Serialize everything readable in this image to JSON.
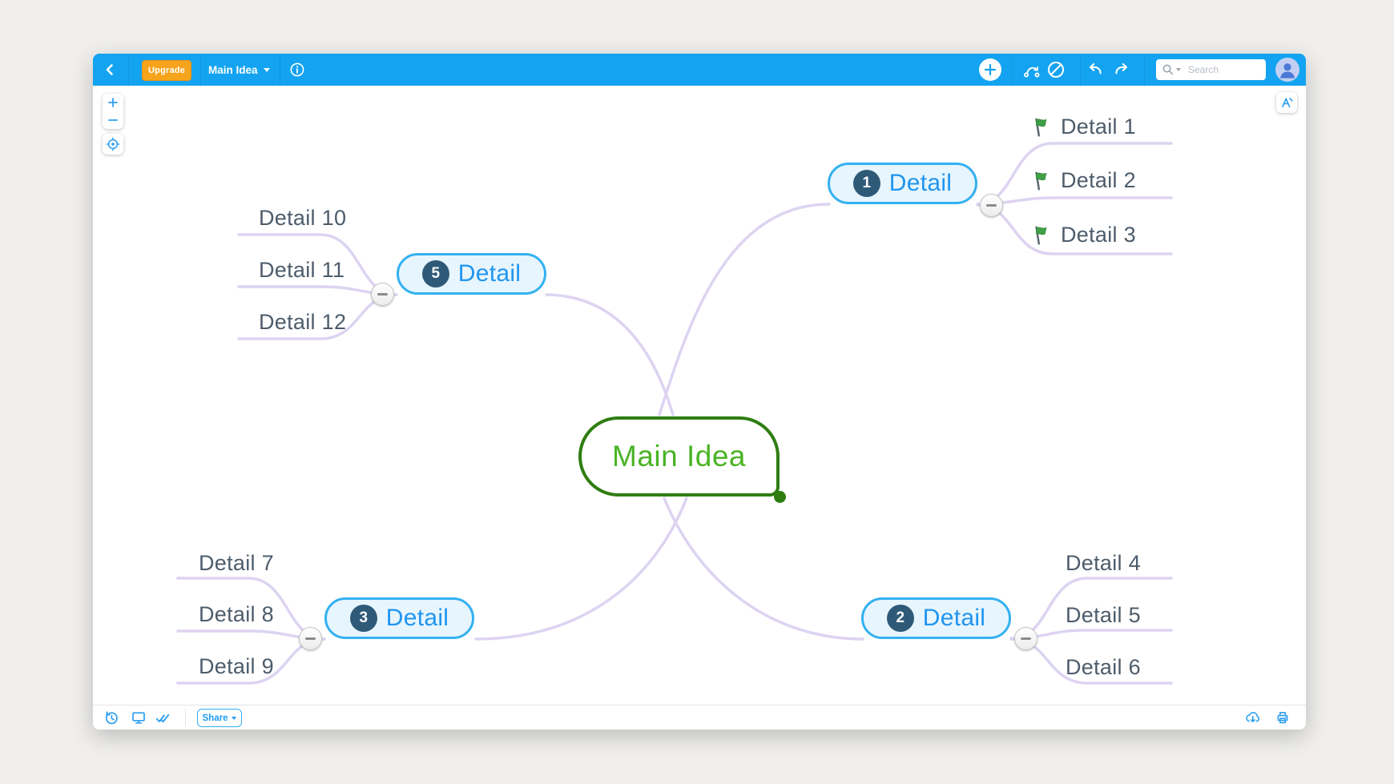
{
  "app": {
    "name": "mind-map-editor",
    "colors": {
      "toolbar_blue": "#14a3f0",
      "upgrade_orange": "#f7a41d",
      "branch_lavender": "#ddd3f1",
      "node_border_blue": "#33b1f1",
      "node_fill_blue": "#e7f5fe",
      "node_text_blue": "#2095ef",
      "badge_navy": "#2e5a78",
      "root_border_green": "#2f7d11",
      "root_text_green": "#4ab324",
      "label_slate": "#4d5c6b"
    }
  },
  "topbar": {
    "back_icon": "chevron-left",
    "upgrade_label": "Upgrade",
    "title": "Main Idea",
    "info_icon": "info",
    "add_icon": "plus",
    "tool_icons": [
      "relationship",
      "cancel",
      "undo",
      "redo"
    ],
    "search_placeholder": "Search",
    "avatar_icon": "user"
  },
  "canvas": {
    "zoom_controls": [
      "zoom-in",
      "zoom-out",
      "center-map"
    ],
    "style_button_icon": "format-style",
    "root": {
      "label": "Main Idea"
    },
    "branches": [
      {
        "badge": "1",
        "label": "Detail",
        "children": [
          {
            "label": "Detail 1",
            "flag": "green-flag"
          },
          {
            "label": "Detail 2",
            "flag": "green-flag"
          },
          {
            "label": "Detail 3",
            "flag": "green-flag"
          }
        ]
      },
      {
        "badge": "2",
        "label": "Detail",
        "children": [
          {
            "label": "Detail 4"
          },
          {
            "label": "Detail 5"
          },
          {
            "label": "Detail 6"
          }
        ]
      },
      {
        "badge": "3",
        "label": "Detail",
        "children": [
          {
            "label": "Detail 7"
          },
          {
            "label": "Detail 8"
          },
          {
            "label": "Detail 9"
          }
        ]
      },
      {
        "badge": "5",
        "label": "Detail",
        "children": [
          {
            "label": "Detail 10"
          },
          {
            "label": "Detail 11"
          },
          {
            "label": "Detail 12"
          }
        ]
      }
    ]
  },
  "bottombar": {
    "left_icons": [
      "history",
      "presentation",
      "checkmarks"
    ],
    "share_label": "Share",
    "right_icons": [
      "download",
      "print"
    ]
  }
}
